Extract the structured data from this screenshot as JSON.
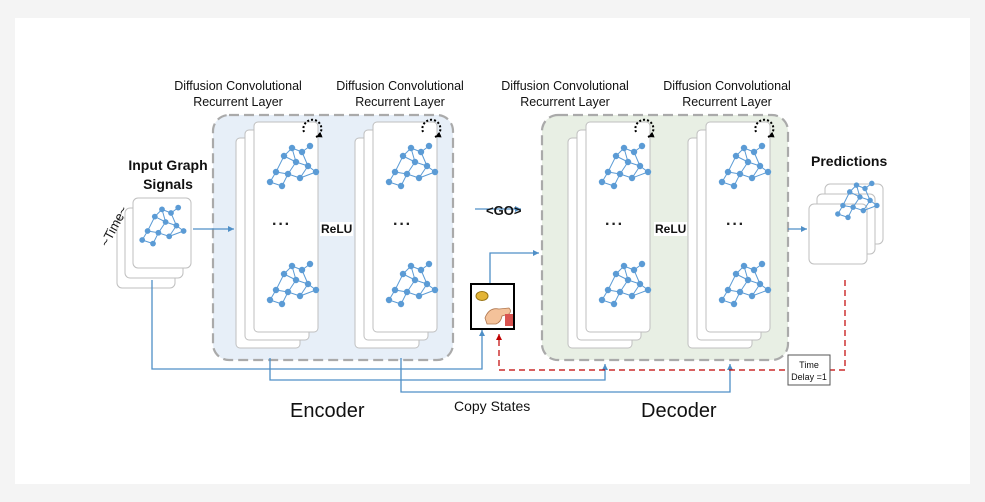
{
  "layer_titles": {
    "encoder_1": [
      "Diffusion Convolutional",
      "Recurrent Layer"
    ],
    "encoder_2": [
      "Diffusion Convolutional",
      "Recurrent Layer"
    ],
    "decoder_1": [
      "Diffusion Convolutional",
      "Recurrent Layer"
    ],
    "decoder_2": [
      "Diffusion Convolutional",
      "Recurrent Layer"
    ]
  },
  "input": {
    "line1": "Input Graph",
    "line2": "Signals",
    "time_label": "~Time~"
  },
  "relu_label": "ReLU",
  "ellipsis": "···",
  "go_token": "<GO>",
  "predictions_label": "Predictions",
  "encoder_label": "Encoder",
  "decoder_label": "Decoder",
  "copy_states_label": "Copy States",
  "time_delay": {
    "line1": "Time",
    "line2": "Delay =1"
  },
  "colors": {
    "node": "#5b9bd5",
    "edge": "#5b9bd5",
    "arrow": "#4f8fc7",
    "feedback": "#c00000",
    "encoder_bg": "#e7eff8",
    "decoder_bg": "#e8efe4",
    "dashed_border": "#aaaaaa"
  },
  "icons": {
    "sampler": "coin-flip-hand-icon",
    "recurrence": "circular-arrow-icon"
  }
}
